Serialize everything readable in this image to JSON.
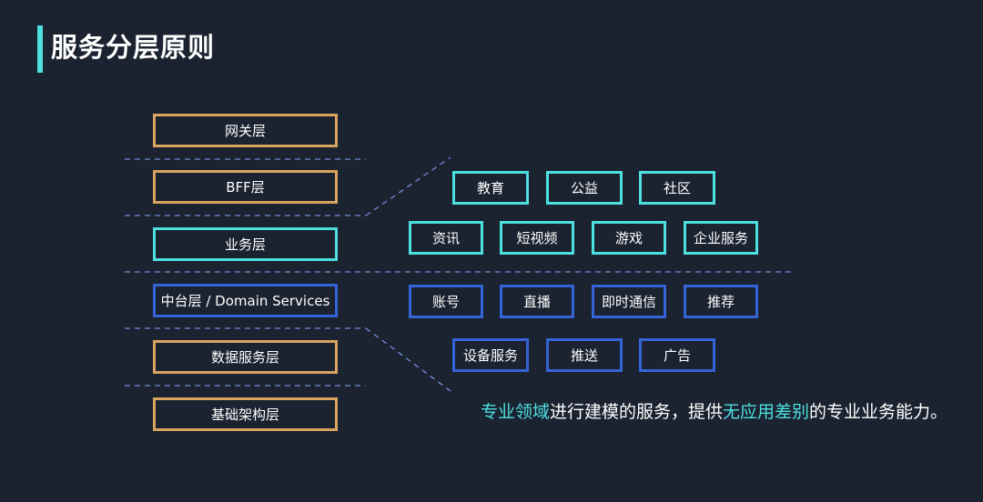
{
  "title": "服务分层原则",
  "layers": [
    {
      "label": "网关层"
    },
    {
      "label": "BFF层"
    },
    {
      "label": "业务层"
    },
    {
      "label": "中台层 / Domain Services"
    },
    {
      "label": "数据服务层"
    },
    {
      "label": "基础架构层"
    }
  ],
  "business": {
    "row1": [
      "教育",
      "公益",
      "社区"
    ],
    "row2": [
      "资讯",
      "短视频",
      "游戏",
      "企业服务"
    ]
  },
  "domain": {
    "row1": [
      "账号",
      "直播",
      "即时通信",
      "推荐"
    ],
    "row2": [
      "设备服务",
      "推送",
      "广告"
    ]
  },
  "description": {
    "part1": "专业领域",
    "part2": "进行建模的服务，提供",
    "part3": "无应用差别",
    "part4": "的专业业务能力。"
  },
  "colors": {
    "background": "#1b2230",
    "accent_cyan": "#4de0e0",
    "orange": "#d9a45f",
    "blue": "#3564d8"
  }
}
